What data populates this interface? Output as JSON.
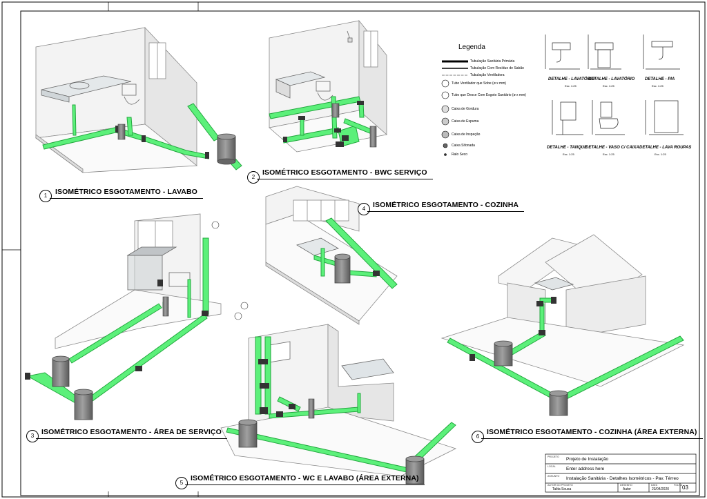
{
  "legend": {
    "title": "Legenda",
    "items": [
      {
        "text": "Tubulação Sanitária Primária"
      },
      {
        "text": "Tubulação Com Resíduo de Sabão"
      },
      {
        "text": "Tubulação Ventiladora"
      },
      {
        "text": "Tubo Ventilador que Sobe (ø x mm)"
      },
      {
        "text": "Tubo que Desce Com Esgoto Sanitário (ø x mm)"
      },
      {
        "text": "Caixa de Gordura"
      },
      {
        "text": "Caixa de Espuma"
      },
      {
        "text": "Caixa de Inspeção"
      },
      {
        "text": "Caixa Sifonada"
      },
      {
        "text": "Ralo Seco"
      }
    ]
  },
  "views": [
    {
      "num": "1",
      "title": "ISOMÉTRICO ESGOTAMENTO - LAVABO"
    },
    {
      "num": "2",
      "title": "ISOMÉTRICO ESGOTAMENTO - BWC SERVIÇO"
    },
    {
      "num": "3",
      "title": "ISOMÉTRICO ESGOTAMENTO - ÁREA DE SERVIÇO"
    },
    {
      "num": "4",
      "title": "ISOMÉTRICO ESGOTAMENTO - COZINHA"
    },
    {
      "num": "5",
      "title": "ISOMÉTRICO ESGOTAMENTO - WC  E LAVABO (ÁREA EXTERNA)"
    },
    {
      "num": "6",
      "title": "ISOMÉTRICO ESGOTAMENTO  - COZINHA (ÁREA EXTERNA)"
    }
  ],
  "details": [
    {
      "label": "DETALHE - LAVATÓRIO",
      "scale": "Esc. 1:25"
    },
    {
      "label": "DETALHE - LAVATÓRIO",
      "scale": "Esc. 1:25"
    },
    {
      "label": "DETALHE - PIA",
      "scale": "Esc. 1:25"
    },
    {
      "label": "DETALHE - TANQUE",
      "scale": "Esc. 1:25"
    },
    {
      "label": "DETALHE - VASO C/ CAIXA",
      "scale": "Esc. 1:25"
    },
    {
      "label": "DETALHE - LAVA ROUPAS",
      "scale": "Esc. 1:25"
    }
  ],
  "title_block": {
    "projeto_label": "PROJETO",
    "projeto": "Projeto de Instalação",
    "local_label": "LOCAL",
    "local": "Enter address here",
    "assunto_label": "ASSUNTO",
    "assunto": "Instalação Sanitária - Detalhes Isométricos - Pav. Térreo",
    "autor_label": "AUTOR DO PROJETO",
    "autor": "Talita Sousa",
    "desenho_label": "DESENHO",
    "desenho": "Autor",
    "data_label": "DATA",
    "data": "23/04/2020",
    "folha_label": "FOLHA",
    "folha": "03"
  },
  "colors": {
    "pipe": "#5cf07a",
    "pipe_stroke": "#22a83e",
    "fitting": "#333333",
    "box": "#8a8a8a",
    "wall": "#eeeeee",
    "wall_line": "#888888"
  }
}
